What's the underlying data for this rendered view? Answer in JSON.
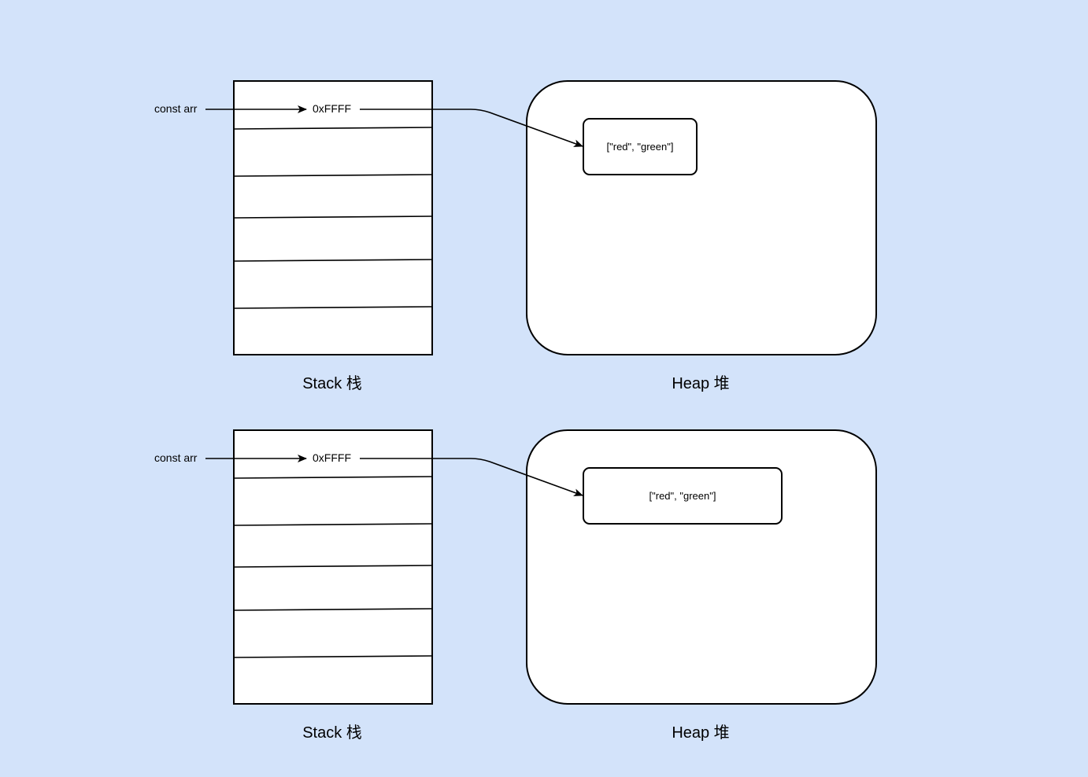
{
  "canvas_background": "#d3e3fa",
  "stroke_color": "#000000",
  "fill_color": "#ffffff",
  "panels": [
    {
      "variable_label": "const arr",
      "pointer_value": "0xFFFF",
      "stack_label": "Stack 栈",
      "heap_label": "Heap 堆",
      "heap_object": "[\"red\", \"green\"]"
    },
    {
      "variable_label": "const arr",
      "pointer_value": "0xFFFF",
      "stack_label": "Stack 栈",
      "heap_label": "Heap 堆",
      "heap_object": "[\"red\", \"green\"]"
    }
  ]
}
